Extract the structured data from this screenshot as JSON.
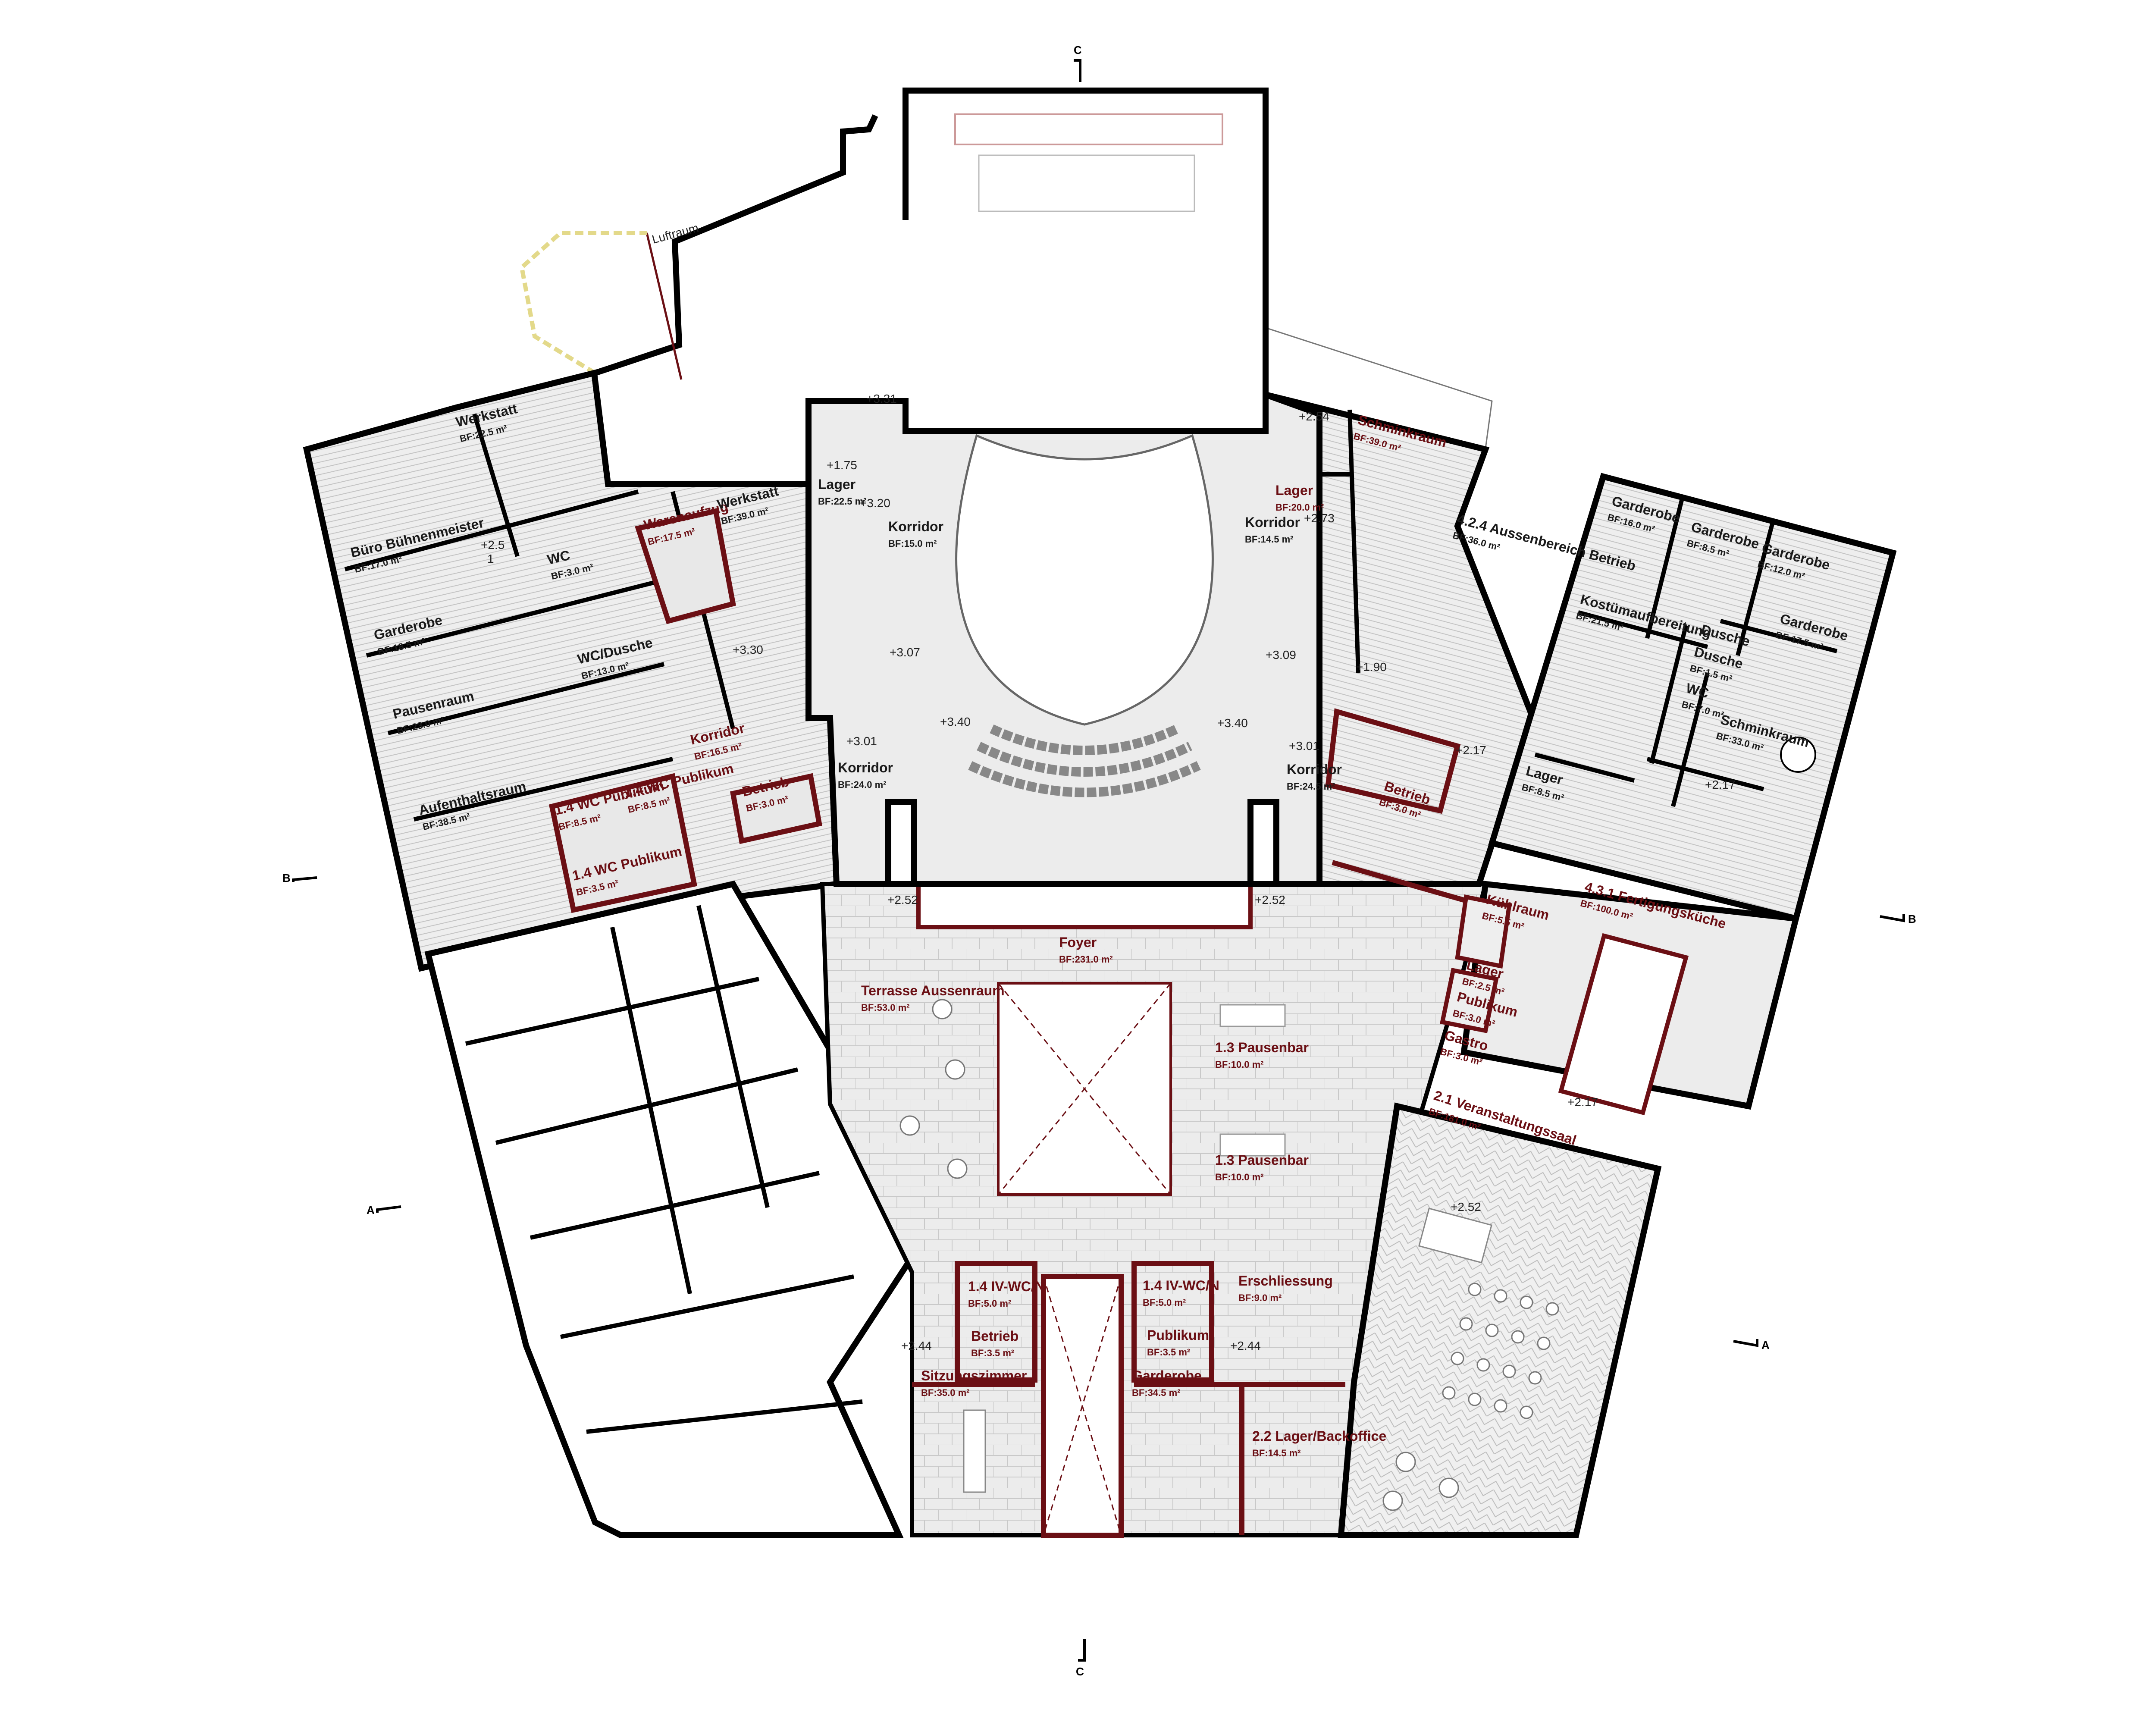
{
  "colors": {
    "existing_text": "#1a1a1a",
    "new_text": "#6b0f14",
    "wall": "#000000",
    "new_wall": "#6b0f14",
    "floor": "#ececec",
    "hint": "#e9e2a6"
  },
  "rooms": [
    {
      "name": "Werkstatt",
      "area": "BF:22.5 m²",
      "style": "existing"
    },
    {
      "name": "Büro Bühnenmeister",
      "area": "BF:17.0 m²",
      "style": "existing"
    },
    {
      "name": "Garderobe",
      "area": "BF:18.5 m²",
      "style": "existing"
    },
    {
      "name": "Pausenraum",
      "area": "BF:23.0 m²",
      "style": "existing"
    },
    {
      "name": "Aufenthaltsraum",
      "area": "BF:38.5 m²",
      "style": "existing"
    },
    {
      "name": "WC",
      "area": "BF:3.0 m²",
      "style": "existing"
    },
    {
      "name": "Warenaufzug",
      "area": "BF:17.5 m²",
      "style": "new"
    },
    {
      "name": "Werkstatt",
      "area": "BF:39.0 m²",
      "style": "existing"
    },
    {
      "name": "WC/Dusche",
      "area": "BF:13.0 m²",
      "style": "existing"
    },
    {
      "name": "Korridor",
      "area": "BF:16.5 m²",
      "style": "new"
    },
    {
      "name": "Betrieb",
      "area": "BF:3.0 m²",
      "style": "new"
    },
    {
      "name": "1.4 WC Publikum",
      "area": "BF:8.5 m²",
      "style": "new"
    },
    {
      "name": "1.4 WC Publikum",
      "area": "BF:8.5 m²",
      "style": "new"
    },
    {
      "name": "1.4 WC Publikum",
      "area": "BF:3.5 m²",
      "style": "new"
    },
    {
      "name": "Lager",
      "area": "BF:22.5 m²",
      "style": "existing"
    },
    {
      "name": "Korridor",
      "area": "BF:15.0 m²",
      "style": "existing"
    },
    {
      "name": "Korridor",
      "area": "BF:24.0 m²",
      "style": "existing"
    },
    {
      "name": "Lager",
      "area": "BF:20.0 m²",
      "style": "new"
    },
    {
      "name": "Korridor",
      "area": "BF:14.5 m²",
      "style": "existing"
    },
    {
      "name": "Schminkraum",
      "area": "BF:39.0 m²",
      "style": "new"
    },
    {
      "name": "Korridor",
      "area": "BF:24.5 m²",
      "style": "existing"
    },
    {
      "name": "Betrieb",
      "area": "BF:3.0 m²",
      "style": "new"
    },
    {
      "name": "4.2.4 Aussenbereich Betrieb",
      "area": "BF:36.0 m²",
      "style": "existing"
    },
    {
      "name": "Garderobe",
      "area": "BF:16.0 m²",
      "style": "existing"
    },
    {
      "name": "Garderobe",
      "area": "BF:8.5 m²",
      "style": "existing"
    },
    {
      "name": "Garderobe",
      "area": "BF:12.0 m²",
      "style": "existing"
    },
    {
      "name": "Kostümaufbereitung",
      "area": "BF:21.5 m²",
      "style": "existing"
    },
    {
      "name": "Dusche",
      "area": "",
      "style": "existing"
    },
    {
      "name": "Dusche",
      "area": "BF:1.5 m²",
      "style": "existing"
    },
    {
      "name": "Garderobe",
      "area": "BF:17.5 m²",
      "style": "existing"
    },
    {
      "name": "WC",
      "area": "BF:7.0 m²",
      "style": "existing"
    },
    {
      "name": "Schminkraum",
      "area": "BF:33.0 m²",
      "style": "existing"
    },
    {
      "name": "Lager",
      "area": "BF:8.5 m²",
      "style": "existing"
    },
    {
      "name": "Foyer",
      "area": "BF:231.0 m²",
      "style": "new"
    },
    {
      "name": "Terrasse Aussenraum",
      "area": "BF:53.0 m²",
      "style": "new"
    },
    {
      "name": "1.3 Pausenbar",
      "area": "BF:10.0 m²",
      "style": "new"
    },
    {
      "name": "1.3 Pausenbar",
      "area": "BF:10.0 m²",
      "style": "new"
    },
    {
      "name": "Kühlraum",
      "area": "BF:5.5 m²",
      "style": "new"
    },
    {
      "name": "4.3.1 Fertigungsküche",
      "area": "BF:100.0 m²",
      "style": "new"
    },
    {
      "name": "Lager",
      "area": "BF:2.5 m²",
      "style": "new"
    },
    {
      "name": "Publikum",
      "area": "BF:3.0 m²",
      "style": "new"
    },
    {
      "name": "Gastro",
      "area": "BF:3.0 m²",
      "style": "new"
    },
    {
      "name": "2.1 Veranstaltungssaal",
      "area": "BF:181.0 m²",
      "style": "new"
    },
    {
      "name": "1.4 IV-WC/N",
      "area": "BF:5.0 m²",
      "style": "new"
    },
    {
      "name": "Betrieb",
      "area": "BF:3.5 m²",
      "style": "new"
    },
    {
      "name": "Sitzungszimmer",
      "area": "BF:35.0 m²",
      "style": "new"
    },
    {
      "name": "1.4 IV-WC/N",
      "area": "BF:5.0 m²",
      "style": "new"
    },
    {
      "name": "Publikum",
      "area": "BF:3.5 m²",
      "style": "new"
    },
    {
      "name": "Erschliessung",
      "area": "BF:9.0 m²",
      "style": "new"
    },
    {
      "name": "Garderobe",
      "area": "BF:34.5 m²",
      "style": "new"
    },
    {
      "name": "2.2 Lager/Backoffice",
      "area": "BF:14.5 m²",
      "style": "new"
    }
  ],
  "levels": [
    "+2.5",
    "1",
    "+3.30",
    "+3.31",
    "+1.75",
    "+3.20",
    "+3.07",
    "+3.40",
    "+3.01",
    "+2.54",
    "+2.73",
    "+3.09",
    "+1.90",
    "+3.40",
    "+3.01",
    "+2.17",
    "+2.17",
    "+2.52",
    "+2.52",
    "+2.52",
    "+2.17",
    "+2.44",
    "+2.44"
  ],
  "annotations": {
    "void": "Luftraum"
  },
  "section_markers": [
    "C",
    "B",
    "A",
    "B",
    "A",
    "C"
  ]
}
